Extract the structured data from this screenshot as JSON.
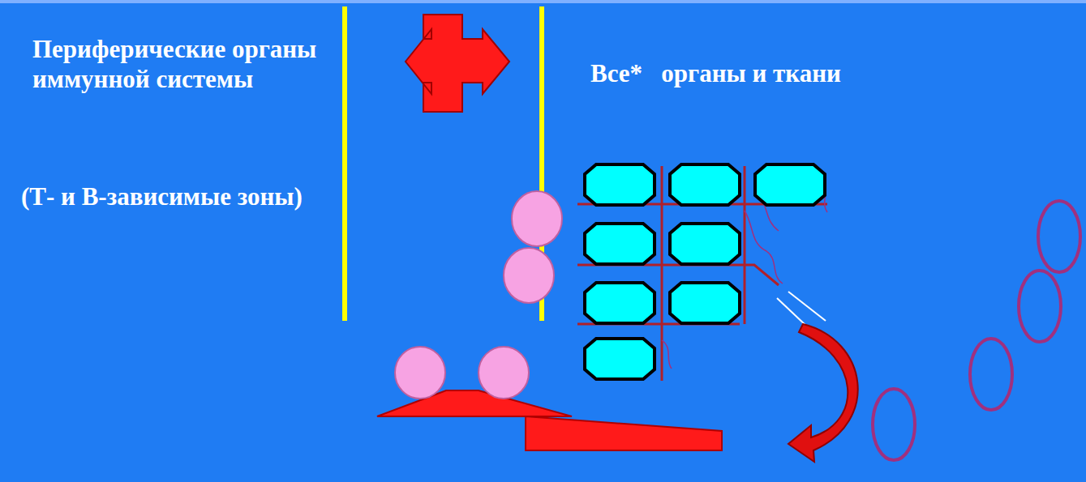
{
  "diagram": {
    "labels": [
      "Периферические органы иммунной системы",
      "(Т- и В-зависимые зоны)",
      "Все*   органы и ткани"
    ]
  }
}
